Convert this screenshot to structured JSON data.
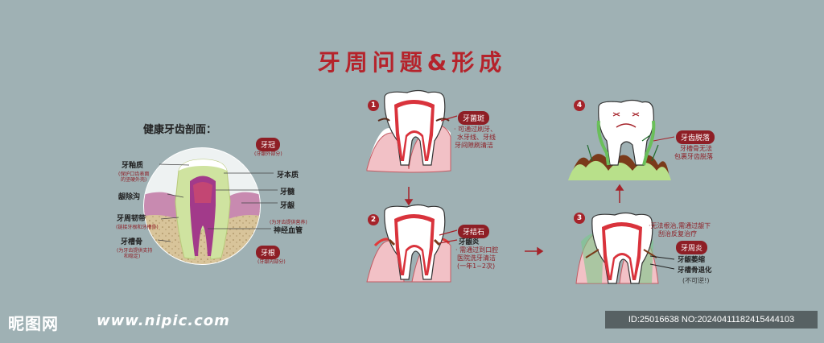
{
  "title": "牙周问题&形成",
  "healthy": {
    "heading": "健康牙齿剖面：",
    "labels": {
      "enamel": "牙釉质",
      "enamel_note1": "(保护口齿表面",
      "enamel_note2": "的坚硬外壳)",
      "sulcus": "龈除沟",
      "ligament": "牙周韧带",
      "ligament_note": "(链接牙根和牙槽骨)",
      "alveolar": "牙槽骨",
      "alveolar_note1": "(为牙齿提供支持",
      "alveolar_note2": "和稳定)",
      "crown": "牙冠",
      "crown_note": "(牙龈外部分)",
      "dentin": "牙本质",
      "pulp": "牙髓",
      "gum": "牙龈",
      "gum_note": "(为牙齿提供营养)",
      "nerve": "神经血管",
      "root": "牙根",
      "root_note": "(牙龈内部分)"
    }
  },
  "steps": [
    {
      "num": "1",
      "tag": "牙菌斑",
      "desc": [
        "· 可通过刷牙、",
        "水牙线、牙线",
        "牙间隙刷清洁"
      ]
    },
    {
      "num": "2",
      "tag": "牙结石",
      "sub": "牙龈炎",
      "desc": [
        "· 需通过到口腔",
        "医院洗牙清洁",
        "(一年1~2次)"
      ]
    },
    {
      "num": "3",
      "desc": [
        "·无法根治,需通过龈下",
        "刮治反复治疗"
      ],
      "tag": "牙周炎",
      "sub1": "牙龈萎缩",
      "sub2": "牙槽骨退化",
      "note": "(不可逆!)"
    },
    {
      "num": "4",
      "tag": "牙齿脱落",
      "desc": [
        "牙槽骨无法",
        "包裹牙齿脱落"
      ]
    }
  ],
  "footer": {
    "logo": "昵图网",
    "url": "www.nipic.com",
    "id": "ID:25016638 NO:20240411182415444103"
  },
  "colors": {
    "background": "#9fb1b4",
    "accent": "#b5232b",
    "tag": "#8e1e25"
  }
}
